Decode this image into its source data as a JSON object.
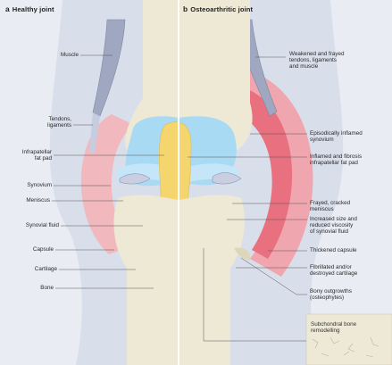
{
  "panels": {
    "a": {
      "letter": "a",
      "title": "Healthy joint"
    },
    "b": {
      "letter": "b",
      "title": "Osteoarthritic joint"
    }
  },
  "labels": {
    "left": [
      "Muscle",
      "Tendons,\nligaments",
      "Infrapatellar\nfat pad",
      "Synovium",
      "Meniscus",
      "Synovial fluid",
      "Capsule",
      "Cartilage",
      "Bone"
    ],
    "right": [
      "Weakened and frayed\ntendons, ligaments\nand muscle",
      "Episodically inflamed\nsynovium",
      "Inflamed and fibrosis\ninfrapatellar fat pad",
      "Frayed, cracked\nmeniscus",
      "Increased size and\nreduced viscosity\nof synovial fluid",
      "Thickened capsule",
      "Fibrillated and/or\ndestroyed cartilage",
      "Bony outgrowths\n(osteophytes)"
    ]
  },
  "inset": {
    "title": "Subchondral bone\nremodelling"
  },
  "colors": {
    "background": "#e9edf3",
    "bone": "#ece9d6",
    "capsule": "#f1b5ba",
    "capsule_inflamed": "#e9707e",
    "soft_tissue": "#d7dcea",
    "synovial_fluid": "#a7d9f2",
    "cartilage": "#bfe3f7",
    "fat_pad": "#f5d66e",
    "muscle": "#9fa8c0",
    "leader": "#555555"
  }
}
